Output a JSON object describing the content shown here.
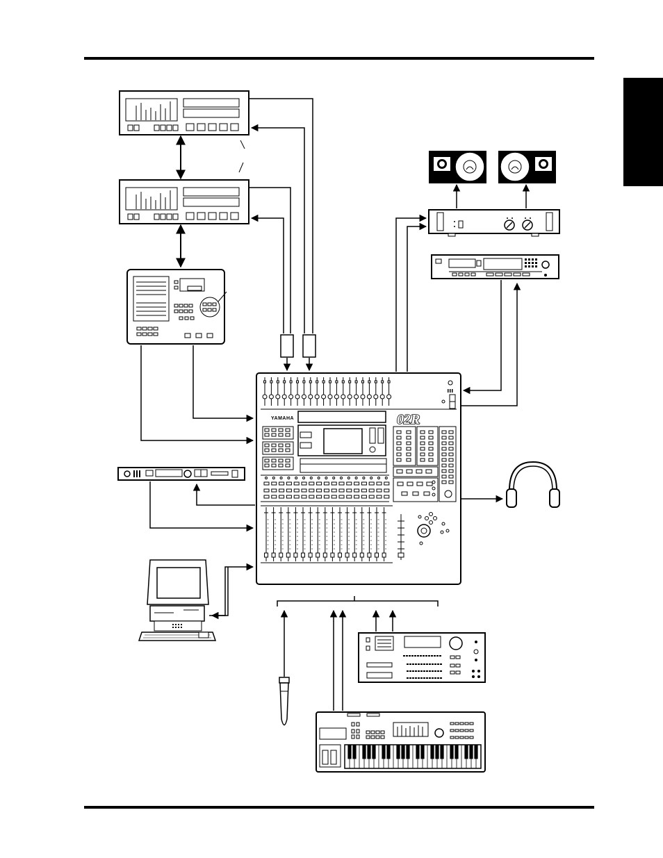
{
  "page": {
    "top_rule": true,
    "bottom_rule": true,
    "side_tab": true
  },
  "console": {
    "brand_label": "YAMAHA",
    "model_label": "02R"
  },
  "devices": [
    {
      "name": "recorder-1",
      "icon": "multitrack-recorder-icon"
    },
    {
      "name": "recorder-2",
      "icon": "multitrack-recorder-icon"
    },
    {
      "name": "remote-controller",
      "icon": "remote-controller-icon"
    },
    {
      "name": "effects-processor",
      "icon": "rack-effects-icon"
    },
    {
      "name": "computer",
      "icon": "computer-icon"
    },
    {
      "name": "monitor-speaker-left",
      "icon": "speaker-icon"
    },
    {
      "name": "monitor-speaker-right",
      "icon": "speaker-icon"
    },
    {
      "name": "power-amplifier",
      "icon": "amplifier-icon"
    },
    {
      "name": "dat-recorder",
      "icon": "dat-recorder-icon"
    },
    {
      "name": "headphones",
      "icon": "headphones-icon"
    },
    {
      "name": "microphone",
      "icon": "microphone-icon"
    },
    {
      "name": "sampler",
      "icon": "sampler-icon"
    },
    {
      "name": "synthesizer",
      "icon": "synthesizer-icon"
    }
  ],
  "colors": {
    "ink": "#000000",
    "paper": "#ffffff"
  }
}
